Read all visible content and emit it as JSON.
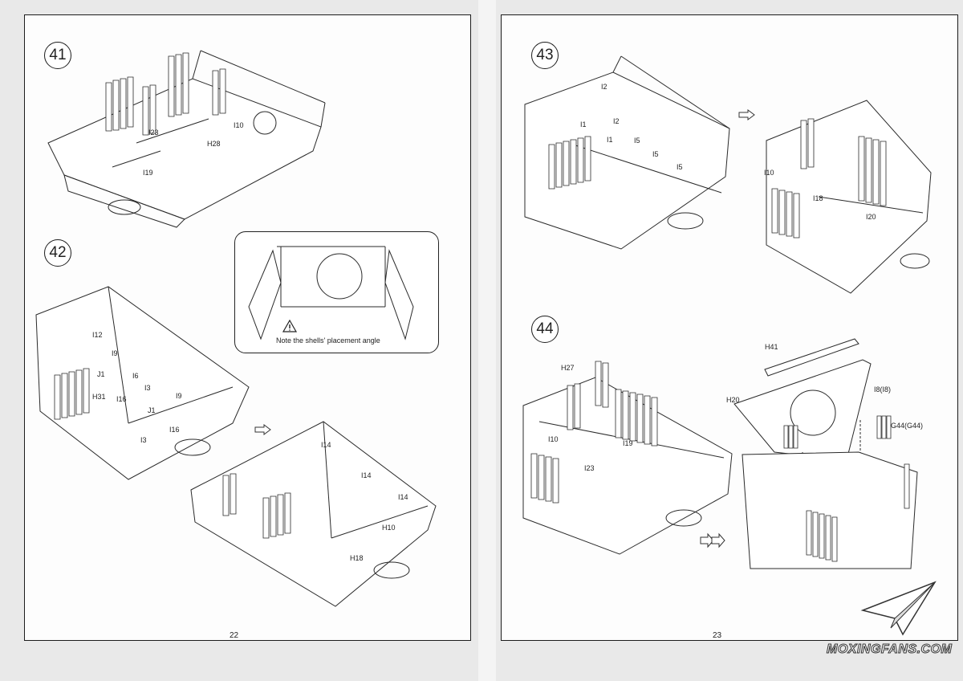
{
  "pages": {
    "left": {
      "page_number": "22"
    },
    "right": {
      "page_number": "23"
    }
  },
  "steps": {
    "s41": {
      "number": "41",
      "labels": [
        "I23",
        "I10",
        "H28",
        "I19"
      ]
    },
    "s42": {
      "number": "42",
      "labels": [
        "I12",
        "I9",
        "J1",
        "I6",
        "H31",
        "I16",
        "I3",
        "I9",
        "J1",
        "I16",
        "I3"
      ],
      "result_labels": [
        "I14",
        "I14",
        "I14",
        "H10",
        "H18"
      ]
    },
    "s43": {
      "number": "43",
      "labels": [
        "I2",
        "I1",
        "I2",
        "I1",
        "I5",
        "I5",
        "I5"
      ],
      "result_labels": [
        "I10",
        "I18",
        "I20"
      ]
    },
    "s44": {
      "number": "44",
      "labels": [
        "H27",
        "I10",
        "I19",
        "I23"
      ],
      "part_labels": [
        "H41",
        "H20",
        "I8(I8)",
        "G44(G44)"
      ]
    }
  },
  "note": {
    "text": "Note the shells' placement angle",
    "icon": "warning-triangle-icon"
  },
  "watermark": {
    "text": "MOXINGFANS.COM"
  }
}
